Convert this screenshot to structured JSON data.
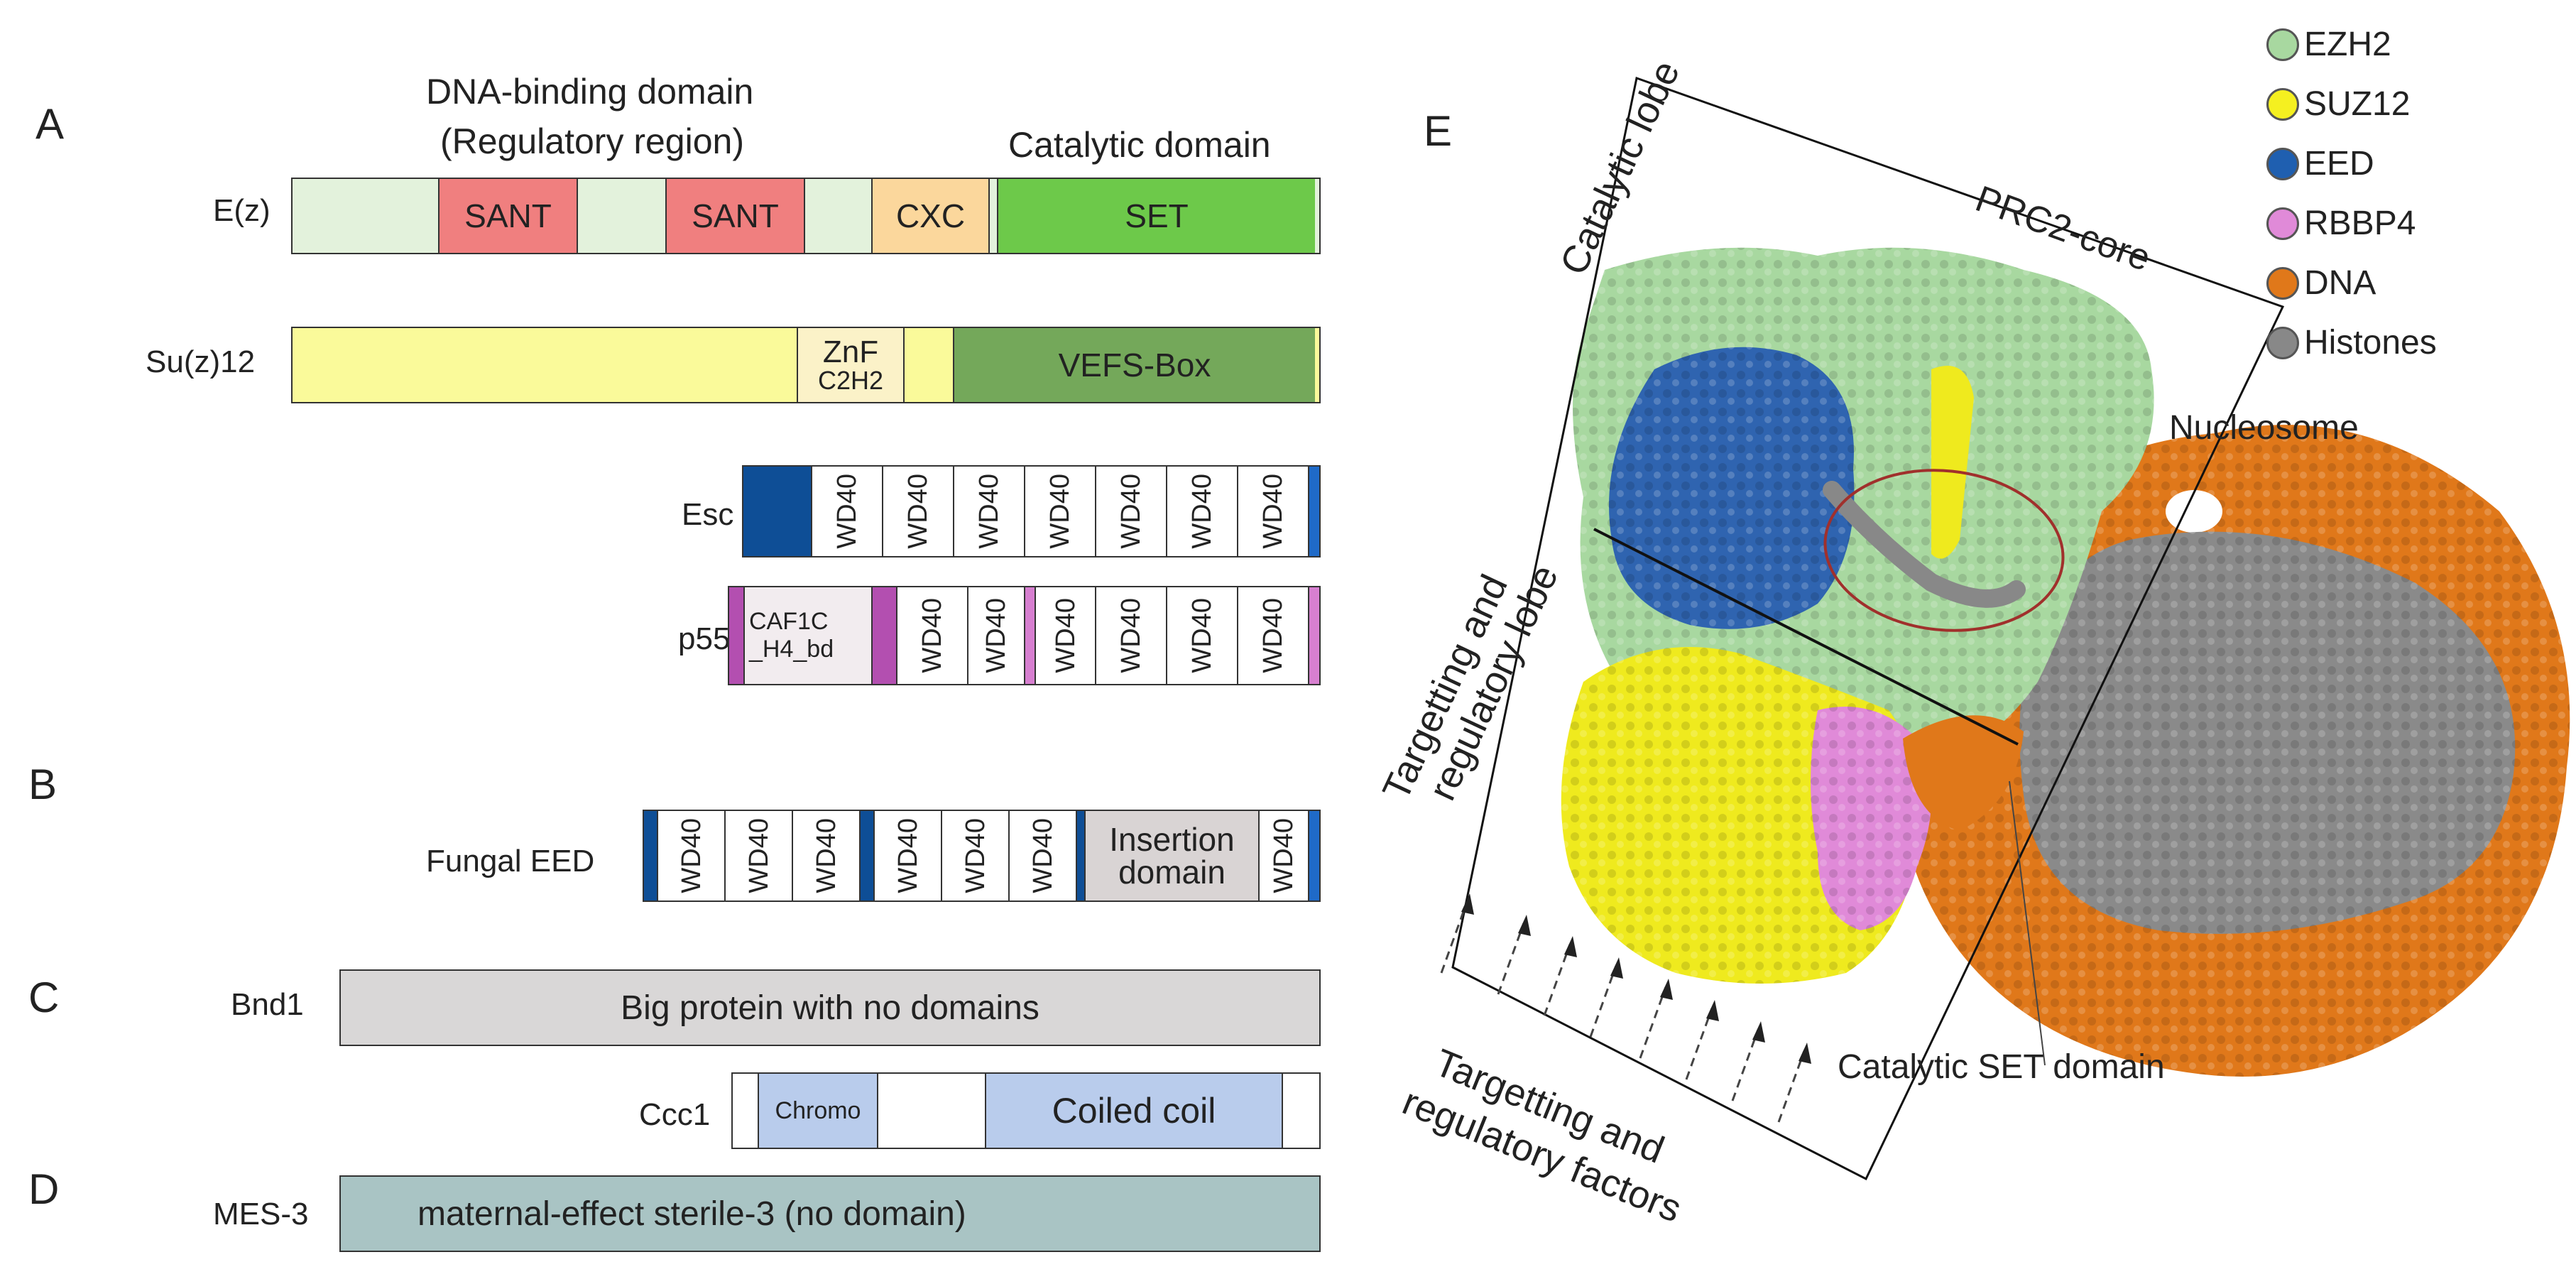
{
  "panels": {
    "a": "A",
    "b": "B",
    "c": "C",
    "d": "D",
    "e": "E"
  },
  "headers": {
    "dna_binding_line1": "DNA-binding domain",
    "dna_binding_line2": "(Regulatory region)",
    "catalytic": "Catalytic domain"
  },
  "proteins": {
    "ez": {
      "name": "E(z)",
      "sant1": "SANT",
      "sant2": "SANT",
      "cxc": "CXC",
      "set": "SET"
    },
    "suz12": {
      "name": "Su(z)12",
      "znf1": "ZnF",
      "znf2": "C2H2",
      "vefs": "VEFS-Box"
    },
    "esc": {
      "name": "Esc",
      "wd": "WD40"
    },
    "p55": {
      "name": "p55",
      "caf1": "CAF1C",
      "caf2": "_H4_bd",
      "wd": "WD40"
    },
    "fungal_eed": {
      "name": "Fungal EED",
      "wd": "WD40",
      "ins1": "Insertion",
      "ins2": "domain"
    },
    "bnd1": {
      "name": "Bnd1",
      "desc": "Big protein with no domains"
    },
    "ccc1": {
      "name": "Ccc1",
      "chromo": "Chromo",
      "coil": "Coiled coil"
    },
    "mes3": {
      "name": "MES-3",
      "desc": "maternal-effect sterile-3 (no domain)"
    }
  },
  "structure": {
    "catalytic_lobe": "Catalytic lobe",
    "prc2_core": "PRC2-core",
    "targeting_lobe_1": "Targetting and",
    "targeting_lobe_2": "regulatory lobe",
    "factors_1": "Targetting and",
    "factors_2": "regulatory factors",
    "nucleosome": "Nucleosome",
    "set_domain": "Catalytic SET domain"
  },
  "legend": [
    {
      "label": "EZH2",
      "color": "#a8d8a0"
    },
    {
      "label": "SUZ12",
      "color": "#f5f020"
    },
    {
      "label": "EED",
      "color": "#1f5fb0"
    },
    {
      "label": "RBBP4",
      "color": "#e08ad8"
    },
    {
      "label": "DNA",
      "color": "#e0781a"
    },
    {
      "label": "Histones",
      "color": "#888888"
    }
  ]
}
